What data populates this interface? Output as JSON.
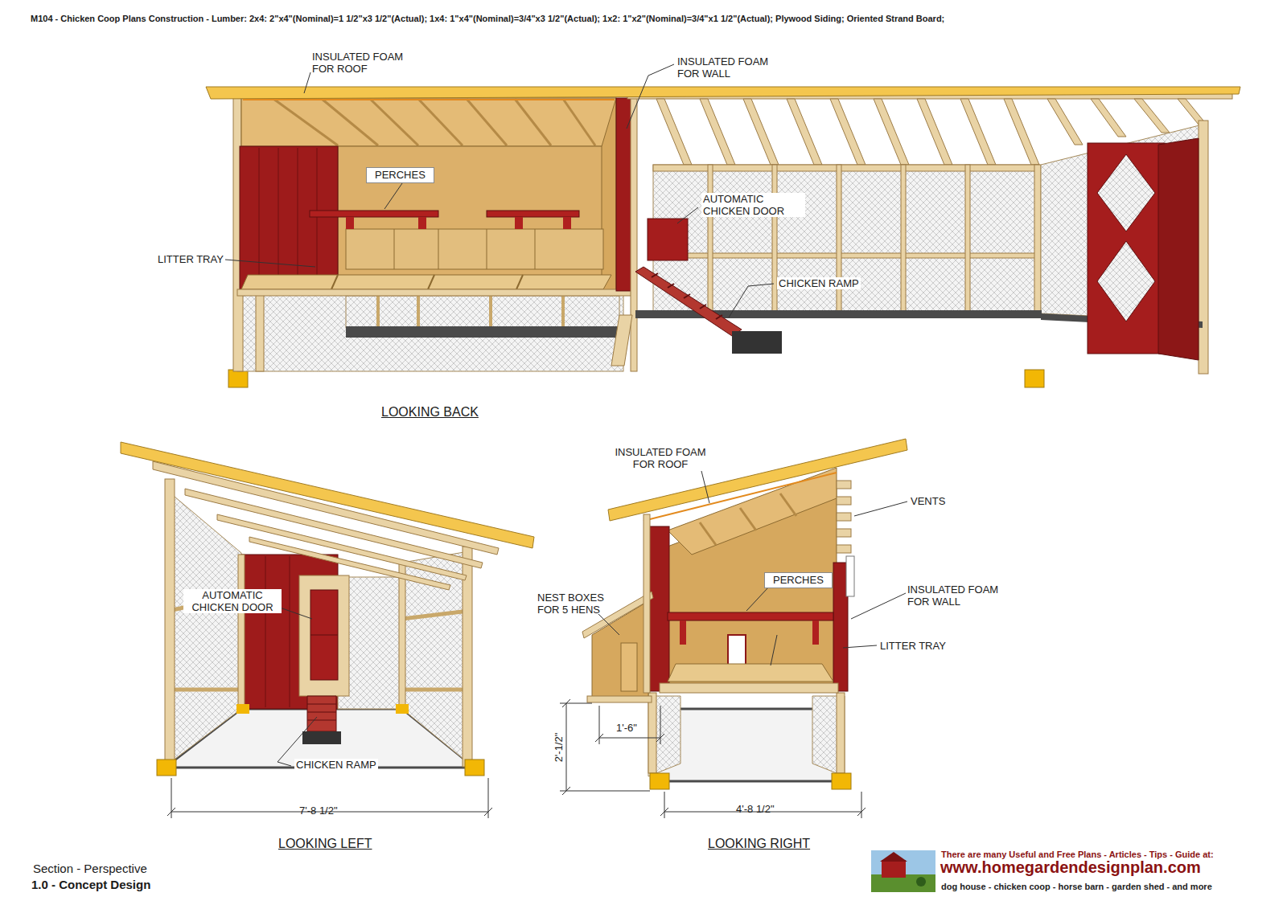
{
  "diagram": {
    "title": "M104 - Chicken Coop Plans Construction - Lumber: 2x4: 2\"x4\"(Nominal)=1 1/2\"x3 1/2\"(Actual); 1x4: 1\"x4\"(Nominal)=3/4\"x3 1/2\"(Actual); 1x2: 1\"x2\"(Nominal)=3/4\"x1 1/2\"(Actual); Plywood Siding; Oriented Strand Board;",
    "nodes": [
      {
        "text": [
          "PERCHES"
        ]
      },
      {
        "text": [
          "PERCHES"
        ]
      }
    ],
    "labels": [
      "INSULATED FOAM FOR ROOF",
      "INSULATED FOAM FOR WALL",
      "AUTOMATIC CHICKEN DOOR",
      "LITTER TRAY",
      "CHICKEN RAMP",
      "LOOKING BACK",
      "AUTOMATIC CHICKEN DOOR",
      "CHICKEN RAMP",
      "7'-8 1/2\"",
      "LOOKING LEFT",
      "INSULATED FOAM FOR ROOF",
      "VENTS",
      "NEST BOXES FOR 5 HENS",
      "INSULATED FOAM FOR WALL",
      "LITTER TRAY",
      "2'-1/2\"",
      "1'-6\"",
      "4'-8 1/2\"",
      "LOOKING RIGHT",
      "Section - Perspective",
      "1.0 - Concept Design",
      "There are many Useful and Free Plans - Articles - Tips - Guide at:",
      "www.homegardendesignplan.com",
      "dog house - chicken coop - horse barn - garden shed - and more"
    ]
  }
}
